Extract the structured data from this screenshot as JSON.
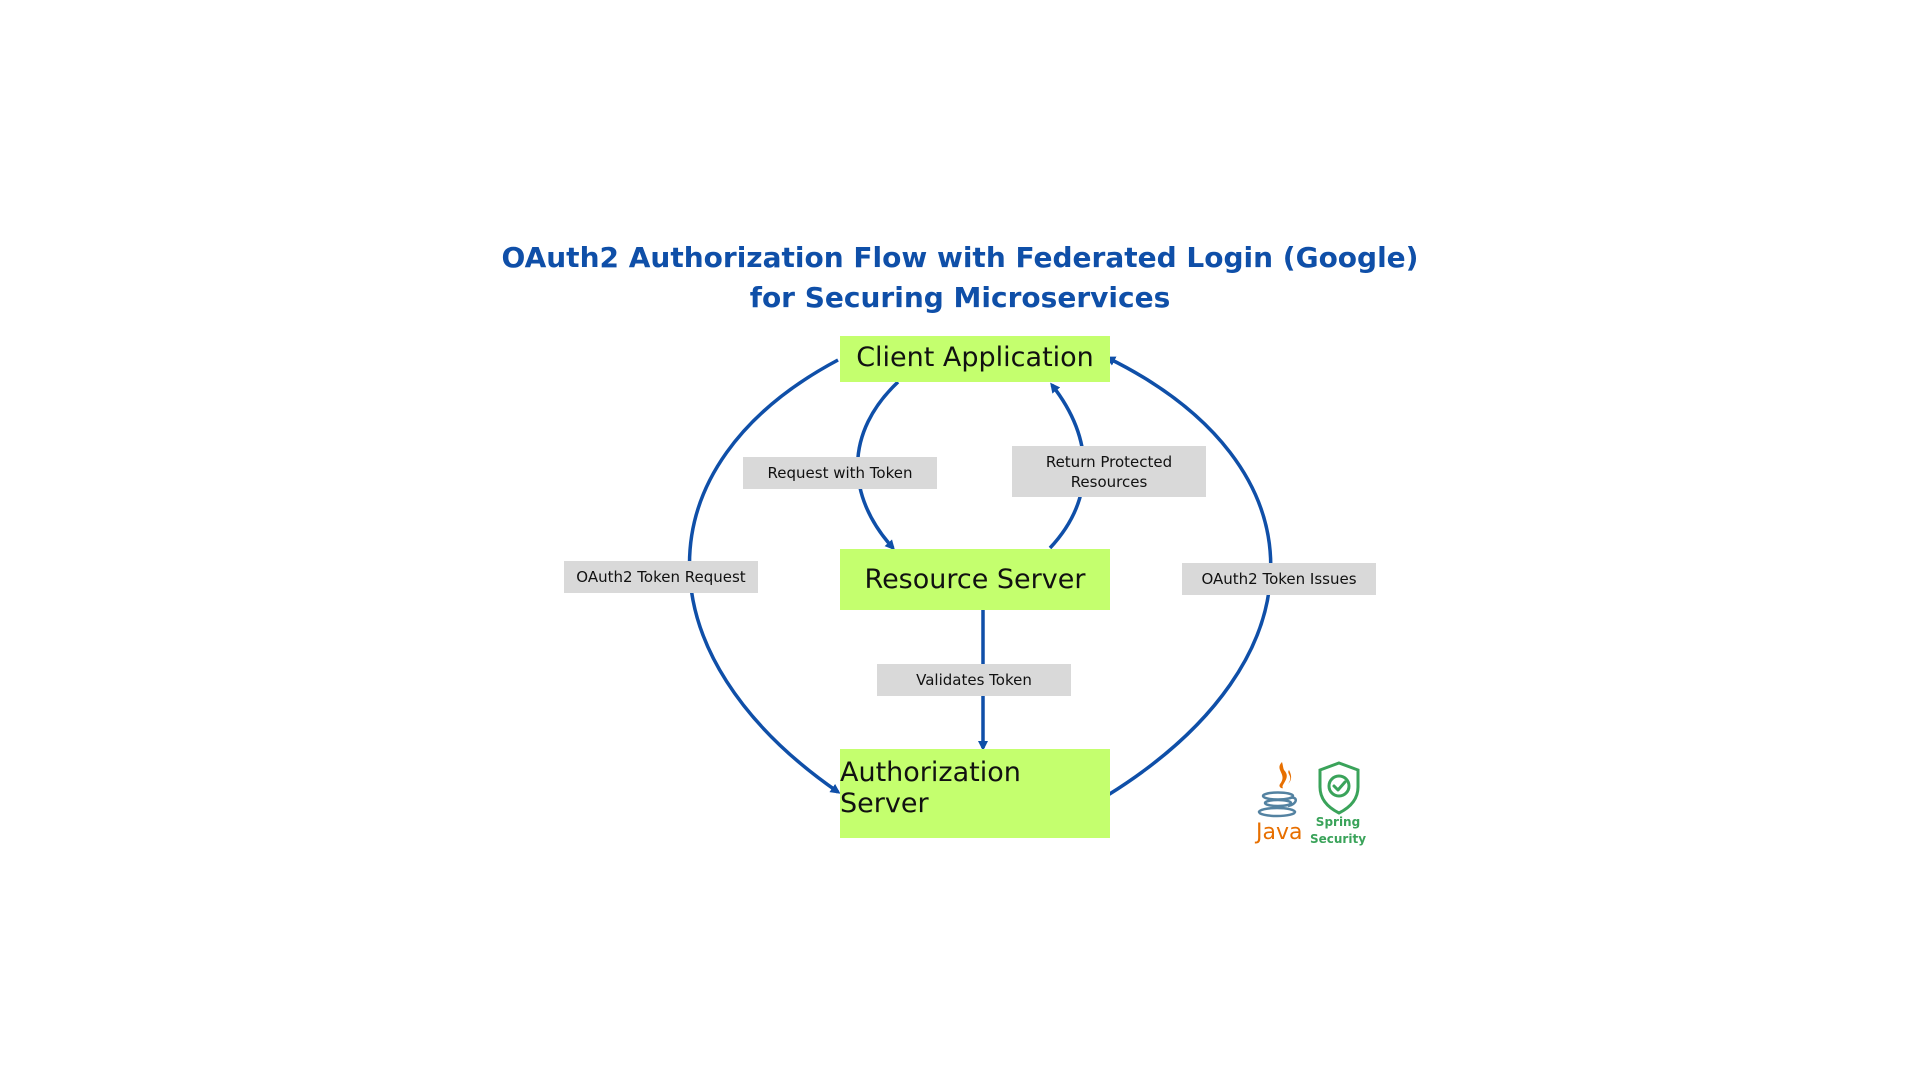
{
  "title": {
    "line1": "OAuth2 Authorization Flow with Federated Login (Google)",
    "line2": "for Securing Microservices"
  },
  "nodes": {
    "client": "Client Application",
    "resource": "Resource Server",
    "auth": "Authorization Server"
  },
  "edges": {
    "request_with_token": "Request with Token",
    "return_protected": "Return Protected Resources",
    "token_request": "OAuth2 Token Request",
    "token_issues": "OAuth2 Token Issues",
    "validates_token": "Validates Token"
  },
  "logos": {
    "java": "Java",
    "spring_line1": "Spring",
    "spring_line2": "Security"
  },
  "colors": {
    "title": "#0f4fa8",
    "arrow": "#0f4fa8",
    "node_fill": "#c4ff6e",
    "label_fill": "#d9d9d9",
    "java": "#e76f00",
    "spring": "#3aa35a"
  },
  "icons": [
    "java-cup-icon",
    "shield-check-icon"
  ]
}
